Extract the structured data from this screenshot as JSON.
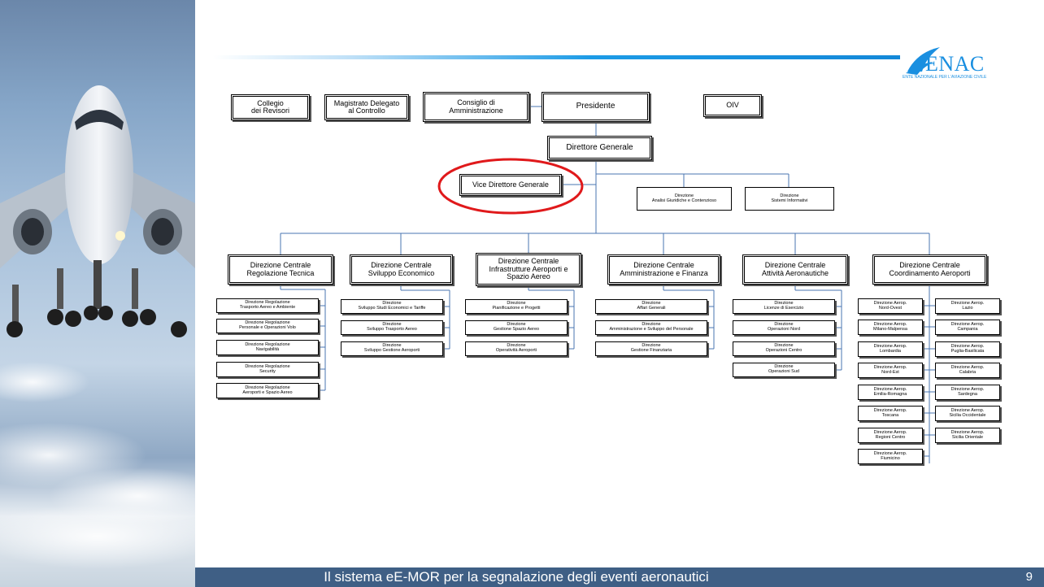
{
  "footer": {
    "text": "Il sistema eE-MOR  per la segnalazione degli eventi aeronautici",
    "slide_number": "9"
  },
  "logo": {
    "name": "ENAC",
    "subtitle": "ENTE NAZIONALE PER L'AVIAZIONE CIVILE",
    "color": "#1a8fe0"
  },
  "highlight_color": "#e0191b",
  "line_color": "#4a74b0",
  "top": {
    "collegio": "Collegio\ndei Revisori",
    "magistrato": "Magistrato Delegato\nal Controllo",
    "consiglio": "Consiglio di\nAmministrazione",
    "presidente": "Presidente",
    "oiv": "OIV"
  },
  "direttore_generale": "Direttore Generale",
  "vice_direttore": "Vice Direttore Generale",
  "staff": [
    "Direzione\nAnalisi Giuridiche e Contenzioso",
    "Direzione\nSistemi Informativi"
  ],
  "central": [
    {
      "title": "Direzione Centrale\nRegolazione Tecnica",
      "subs": [
        "Direzione Regolazione\nTrasporto Aereo e Ambiente",
        "Direzione Regolazione\nPersonale e Operazioni Volo",
        "Direzione Regolazione\nNavigabilità",
        "Direzione Regolazione\nSecurity",
        "Direzione Regolazione\nAeroporti e Spazio Aereo"
      ]
    },
    {
      "title": "Direzione Centrale\nSviluppo Economico",
      "subs": [
        "Direzione\nSviluppo Studi Economici e Tariffe",
        "Direzione\nSviluppo Trasporto Aereo",
        "Direzione\nSviluppo Gestione Aeroporti"
      ]
    },
    {
      "title": "Direzione Centrale\nInfrastrutture Aeroporti e\nSpazio Aereo",
      "subs": [
        "Direzione\nPianificazione e Progetti",
        "Direzione\nGestione Spazio Aereo",
        "Direzione\nOperatività Aeroporti"
      ]
    },
    {
      "title": "Direzione Centrale\nAmministrazione e Finanza",
      "subs": [
        "Direzione\nAffari Generali",
        "Direzione\nAmministrazione e Sviluppo del Personale",
        "Direzione\nGestione Finanziaria"
      ]
    },
    {
      "title": "Direzione Centrale\nAttività Aeronautiche",
      "subs": [
        "Direzione\nLicenze di Esercizio",
        "Direzione\nOperazioni Nord",
        "Direzione\nOperazioni Centro",
        "Direzione\nOperazioni Sud"
      ]
    },
    {
      "title": "Direzione Centrale\nCoordinamento Aeroporti",
      "subs_left": [
        "Direzione Aerop.\nNord-Ovest",
        "Direzione Aerop.\nMilano-Malpensa",
        "Direzione Aerop.\nLombardia",
        "Direzione Aerop.\nNord-Est",
        "Direzione Aerop.\nEmilia-Romagna",
        "Direzione Aerop.\nToscana",
        "Direzione Aerop.\nRegioni Centro",
        "Direzione Aerop.\nFiumicino"
      ],
      "subs_right": [
        "Direzione Aerop.\nLazio",
        "Direzione Aerop.\nCampania",
        "Direzione Aerop.\nPuglia-Basilicata",
        "Direzione Aerop.\nCalabria",
        "Direzione Aerop.\nSardegna",
        "Direzione Aerop.\nSicilia Occidentale",
        "Direzione Aerop.\nSicilia Orientale"
      ]
    }
  ]
}
